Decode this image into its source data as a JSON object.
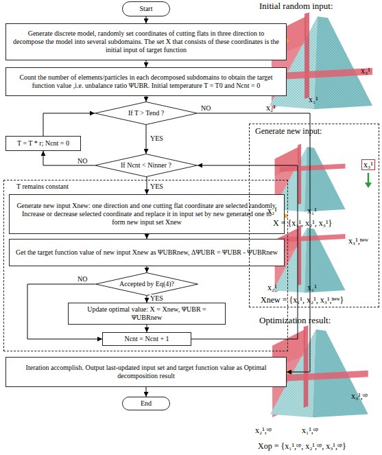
{
  "diagram": {
    "nodes": [
      {
        "text": [
          "Start"
        ]
      },
      {
        "text": [
          "Generate discrete model, randomly set coordinates of cutting flats in three direction to decompose the model into several subdomains. The set X that consists of these coordinates is the initial input of target function"
        ]
      },
      {
        "text": [
          "Count the number of elements/particles in each decomposed subdomains to obtain the target function value ,i.e. unbalance ratio ΨUBR. Initial temperature T = T0 and Ncnt = 0"
        ]
      },
      {
        "text": [
          "If T > Tend ?"
        ]
      },
      {
        "text": [
          "T = T * r; Ncnt = 0"
        ]
      },
      {
        "text": [
          "If Ncnt < Ninner ?"
        ]
      },
      {
        "text": [
          "T remains constant"
        ]
      },
      {
        "text": [
          "Generate new input Xnew: one direction and one cutting flat coordinate are selected randomly. Increase or decrease selected coordinate and replace it in input set by new generated one to form new input set Xnew"
        ],
        "in": 6
      },
      {
        "text": [
          "Get the target function value of new input Xnew as ΨUBRnew, ΔΨUBR = ΨUBR - ΨUBRnew"
        ],
        "in": 6
      },
      {
        "text": [
          "Accepted by Eq(4)?"
        ],
        "in": 6
      },
      {
        "text": [
          "Update optimal value: X = Xnew, ΨUBR = ΨUBRnew"
        ],
        "in": 6
      },
      {
        "text": [
          "Ncnt = Ncnt + 1"
        ],
        "in": 6
      },
      {
        "text": [
          "Iteration accomplish. Output last-updated input set and target function value as Optimal decomposition result"
        ]
      },
      {
        "text": [
          "End"
        ]
      },
      {
        "text": [
          "Generate new input:"
        ]
      }
    ],
    "edges": [
      {
        "from": 0,
        "to": 1,
        "arrow": "to"
      },
      {
        "from": 1,
        "to": 2,
        "arrow": "to"
      },
      {
        "from": 2,
        "to": 3,
        "arrow": "to"
      },
      {
        "from": 3,
        "to": 5,
        "label": "YES",
        "arrow": "to"
      },
      {
        "from": 3,
        "to": 12,
        "label": "NO",
        "arrow": "to"
      },
      {
        "from": 5,
        "to": 4,
        "label": "NO",
        "arrow": "to"
      },
      {
        "from": 4,
        "to": 3,
        "arrow": "to"
      },
      {
        "from": 5,
        "to": 7,
        "label": "YES",
        "arrow": "to"
      },
      {
        "from": 7,
        "to": 8,
        "arrow": "to"
      },
      {
        "from": 8,
        "to": 9,
        "arrow": "to"
      },
      {
        "from": 9,
        "to": 10,
        "label": "YES",
        "arrow": "to"
      },
      {
        "from": 9,
        "to": 11,
        "label": "NO",
        "arrow": "to"
      },
      {
        "from": 10,
        "to": 11,
        "arrow": "to"
      },
      {
        "from": 11,
        "to": 5,
        "arrow": "to"
      },
      {
        "from": 12,
        "to": 13,
        "arrow": "to"
      },
      {
        "from": 7,
        "to": 14,
        "arrow": "to"
      }
    ],
    "labels": [
      "Initial random input:",
      "x₃¹",
      "x₂¹",
      "x₁¹",
      "x₃¹",
      "x₂¹",
      "x₁¹",
      "X = {x₁¹, x₂¹, x₃¹}",
      "x₃¹,ⁿᵉʷ",
      "x₂¹",
      "x₁¹",
      "Xnew = {x₁¹, x₂¹, x₃¹,ⁿᵉʷ}",
      "Optimization result:",
      "x₃¹,ᵒᵖ",
      "x₂¹,ᵒᵖ",
      "x₁¹,ᵒᵖ",
      "Xop = {x₁¹,ᵒᵖ, x₂¹,ᵒᵖ, x₃¹,ᵒᵖ}"
    ]
  }
}
